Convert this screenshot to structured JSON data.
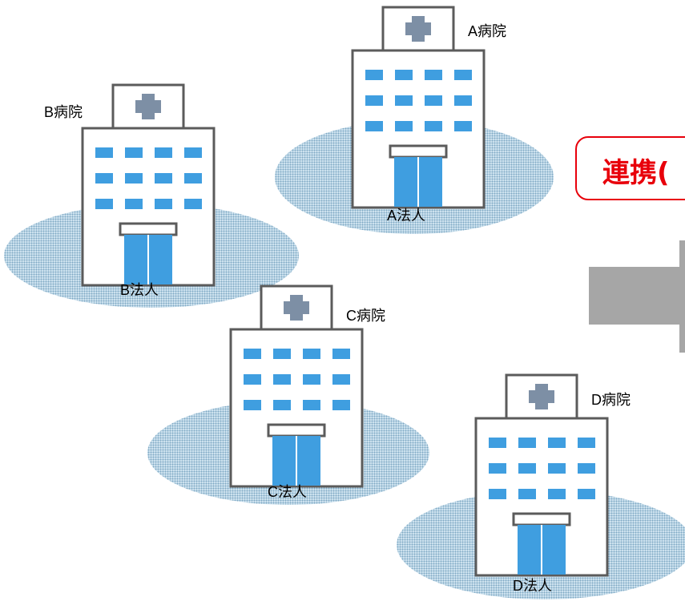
{
  "hospitals": [
    {
      "name": "A病院",
      "corp": "A法人"
    },
    {
      "name": "B病院",
      "corp": "B法人"
    },
    {
      "name": "C病院",
      "corp": "C法人"
    },
    {
      "name": "D病院",
      "corp": "D法人"
    }
  ],
  "callout": {
    "text": "連携("
  },
  "colors": {
    "window": "#3f9ee0",
    "door": "#3f9ee0",
    "cross": "#7d8fa5",
    "outline": "#5b5b5b",
    "callout_border": "#e8000b",
    "arrow": "#a6a6a6"
  }
}
